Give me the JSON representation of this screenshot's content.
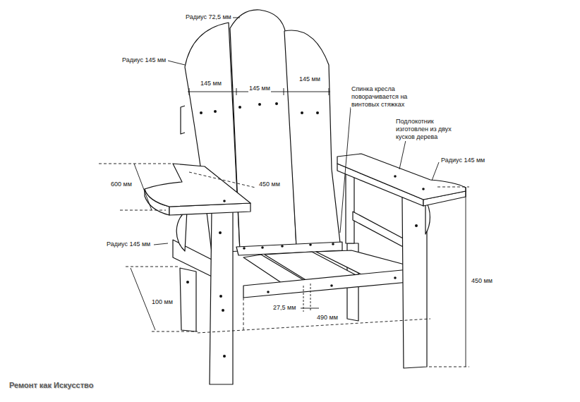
{
  "diagram": {
    "labels": [
      "Радиус 72,5 мм",
      "Радиус 145 мм",
      "145 мм",
      "145 мм",
      "145 мм",
      "Спинка кресла поворачивается на винтовых стяжках",
      "Подлокотник изготовлен из двух кусков дерева",
      "Радиус 145 мм",
      "600 мм",
      "450 мм",
      "Радиус 145 мм",
      "100 мм",
      "27,5 мм",
      "490 мм",
      "450 мм",
      "Ремонт как Искусство"
    ]
  }
}
